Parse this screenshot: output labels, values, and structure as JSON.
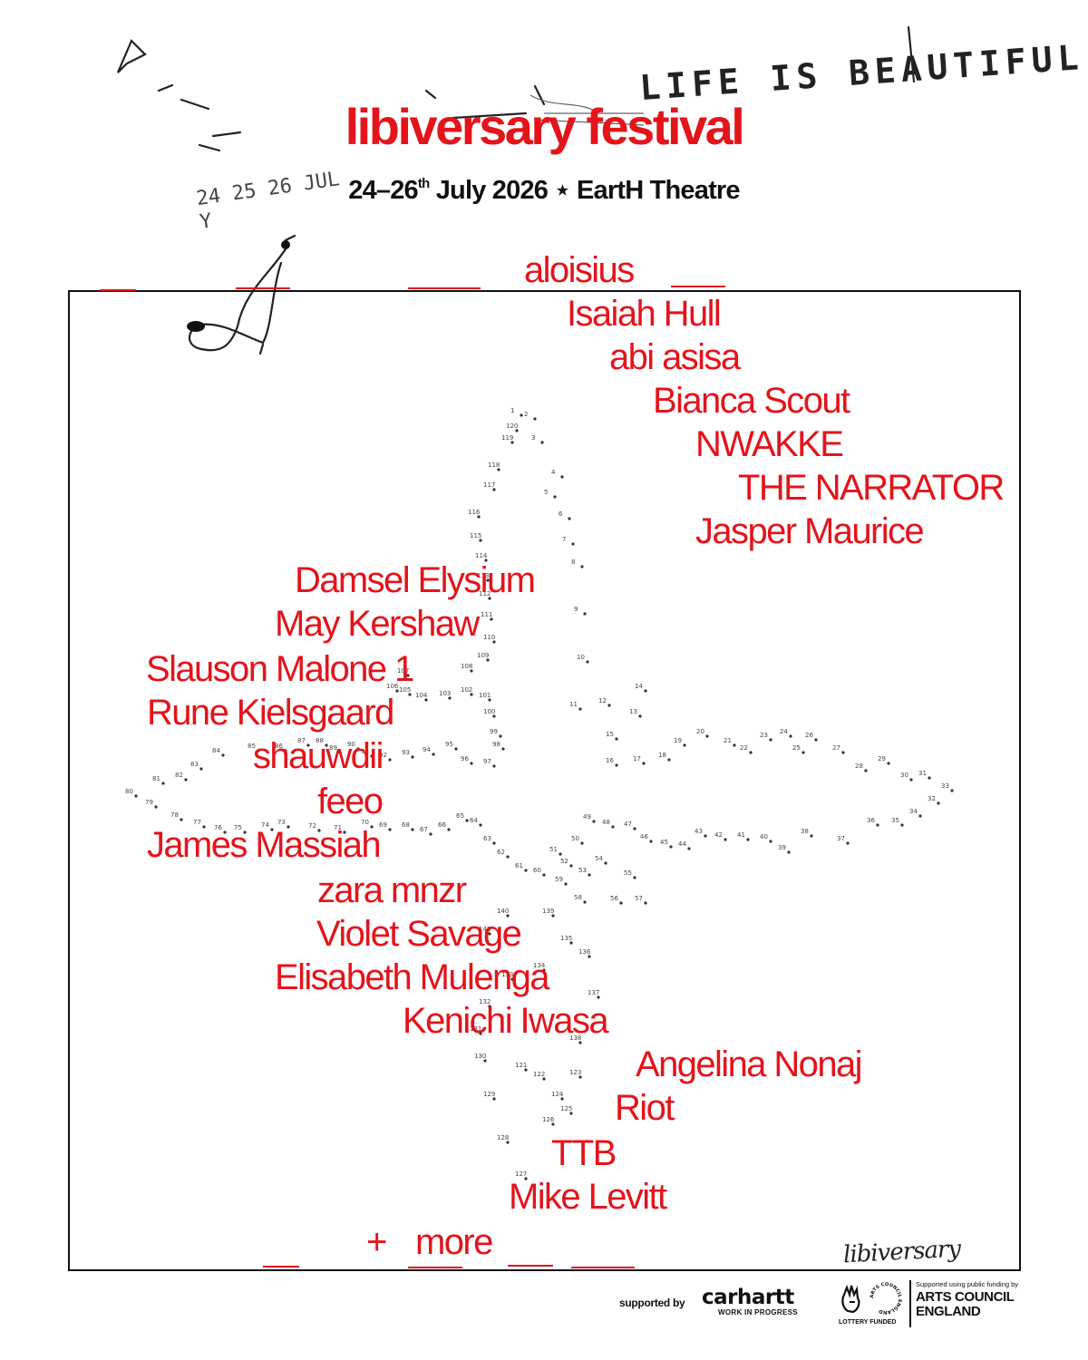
{
  "header": {
    "handwriting": "LIFE IS BEAUTIFUL",
    "handwriting_date": "24 25 26 JUL Y",
    "title": "libiversary festival",
    "dates_prefix": "24–26",
    "dates_suffix": "th",
    "dates_rest": " July 2026 ⋆ EartH Theatre"
  },
  "lineup": [
    "aloisius",
    "Isaiah Hull",
    "abi asisa",
    "Bianca Scout",
    "NWAKKE",
    "THE NARRATOR",
    "Jasper Maurice",
    "Damsel Elysium",
    "May Kershaw",
    "Slauson Malone 1",
    "Rune Kielsgaard",
    "shauwdii",
    "feeo",
    "James Massiah",
    "zara mnzr",
    "Violet Savage",
    "Elisabeth Mulenga",
    "Kenichi Iwasa",
    "Angelina Nonaj",
    "Riot",
    "TTB",
    "Mike Levitt"
  ],
  "more": {
    "plus": "+",
    "label": "more"
  },
  "signature": "libiversary",
  "footer": {
    "supported_by": "supported by",
    "carhartt": "carhartt",
    "carhartt_sub": "WORK IN PROGRESS",
    "lottery": "LOTTERY FUNDED",
    "arts_small": "Supported using public funding by",
    "arts_line1": "ARTS COUNCIL",
    "arts_line2": "ENGLAND",
    "arts_ring": "ARTS COUNCIL ENGLAND"
  },
  "colors": {
    "accent": "#e3141b",
    "ink": "#111111"
  }
}
